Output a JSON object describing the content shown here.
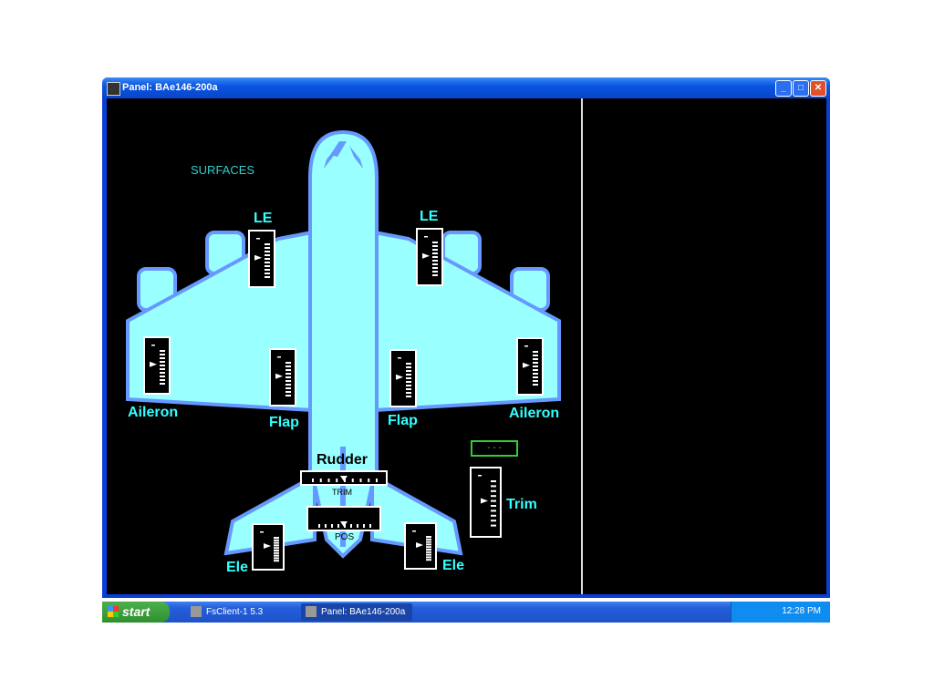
{
  "window": {
    "title": "Panel: BAe146-200a",
    "minimize": "_",
    "maximize": "□",
    "close": "✕"
  },
  "panel": {
    "heading": "SURFACES",
    "labels": {
      "le_left": "LE",
      "le_right": "LE",
      "aileron_left": "Aileron",
      "aileron_right": "Aileron",
      "flap_left": "Flap",
      "flap_right": "Flap",
      "rudder": "Rudder",
      "trim_small": "TRIM",
      "pos": "POS",
      "ele_left": "Ele",
      "ele_right": "Ele",
      "trim": "Trim"
    },
    "trim_readout": "- - -",
    "colors": {
      "body": "#99ffff",
      "outline": "#6699ff",
      "label": "#33ffff",
      "readout_border": "#33cc33"
    }
  },
  "taskbar": {
    "start": "start",
    "tasks": [
      "FsClient-1 5.3",
      "Panel: BAe146-200a"
    ],
    "clock": "12:28 PM"
  }
}
